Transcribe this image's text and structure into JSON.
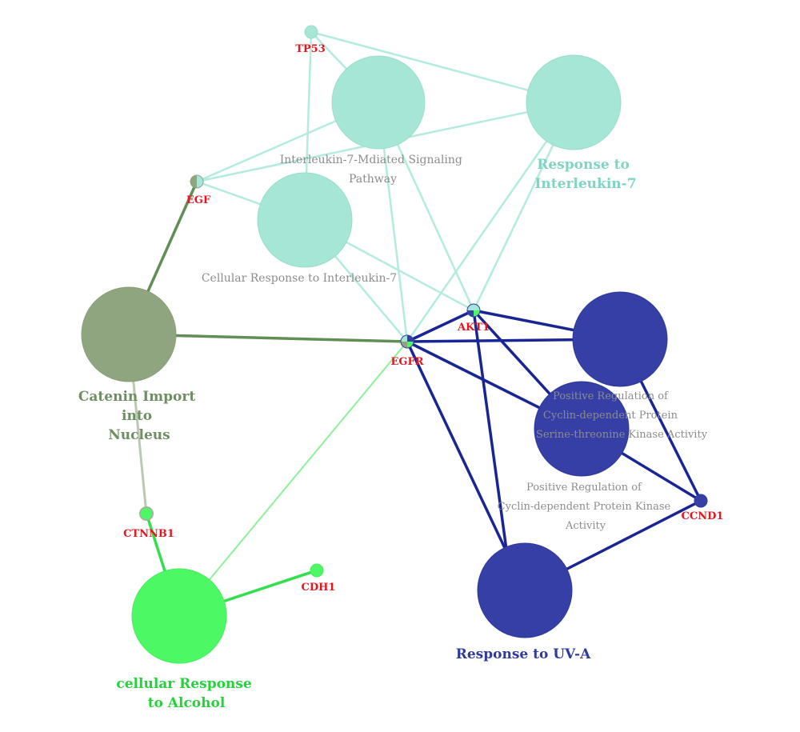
{
  "diagram": {
    "colors": {
      "teal_edge": "#b3ebde",
      "teal_node": "#a6e6d6",
      "teal_label": "#7fd4c3",
      "blue_edge": "#1a2595",
      "blue_node": "#353fa6",
      "blue_label": "#2f3a9e",
      "olive_edge": "#5f8f54",
      "olive_node": "#8fa57f",
      "olive_label": "#6e8f62",
      "green_edge": "#33e04c",
      "green_node": "#4cf864",
      "green_label": "#22d43a",
      "gene_label": "#e8141e",
      "term_label_gray": "#8c8c8c"
    },
    "genes": [
      {
        "id": "tp53",
        "label": "TP53"
      },
      {
        "id": "egf",
        "label": "EGF"
      },
      {
        "id": "akt1",
        "label": "AKT1"
      },
      {
        "id": "egfr",
        "label": "EGFR"
      },
      {
        "id": "ccnd1",
        "label": "CCND1"
      },
      {
        "id": "ctnnb1",
        "label": "CTNNB1"
      },
      {
        "id": "cdh1",
        "label": "CDH1"
      }
    ],
    "terms": [
      {
        "id": "il7-signaling",
        "lines": [
          "Interleukin-7-Mdiated Signaling",
          "Pathway"
        ]
      },
      {
        "id": "response-il7",
        "lines": [
          "Response to",
          "Interleukin-7"
        ]
      },
      {
        "id": "cellular-response-il7",
        "lines": [
          "Cellular Response to Interleukin-7"
        ]
      },
      {
        "id": "catenin-import",
        "lines": [
          "Catenin Import",
          "into",
          "Nucleus"
        ]
      },
      {
        "id": "pos-reg-cdk-ser-thr",
        "lines": [
          "Positive Regulation of",
          "Cyclin-dependent Protein",
          "Serine-threonine Kinase Activity"
        ]
      },
      {
        "id": "pos-reg-cdk",
        "lines": [
          "Positive Regulation of",
          "Cyclin-dependent Protein Kinase",
          "Activity"
        ]
      },
      {
        "id": "response-uva",
        "lines": [
          "Response to UV-A"
        ]
      },
      {
        "id": "cellular-response-alcohol",
        "lines": [
          "cellular Response",
          "to Alcohol"
        ]
      }
    ]
  }
}
